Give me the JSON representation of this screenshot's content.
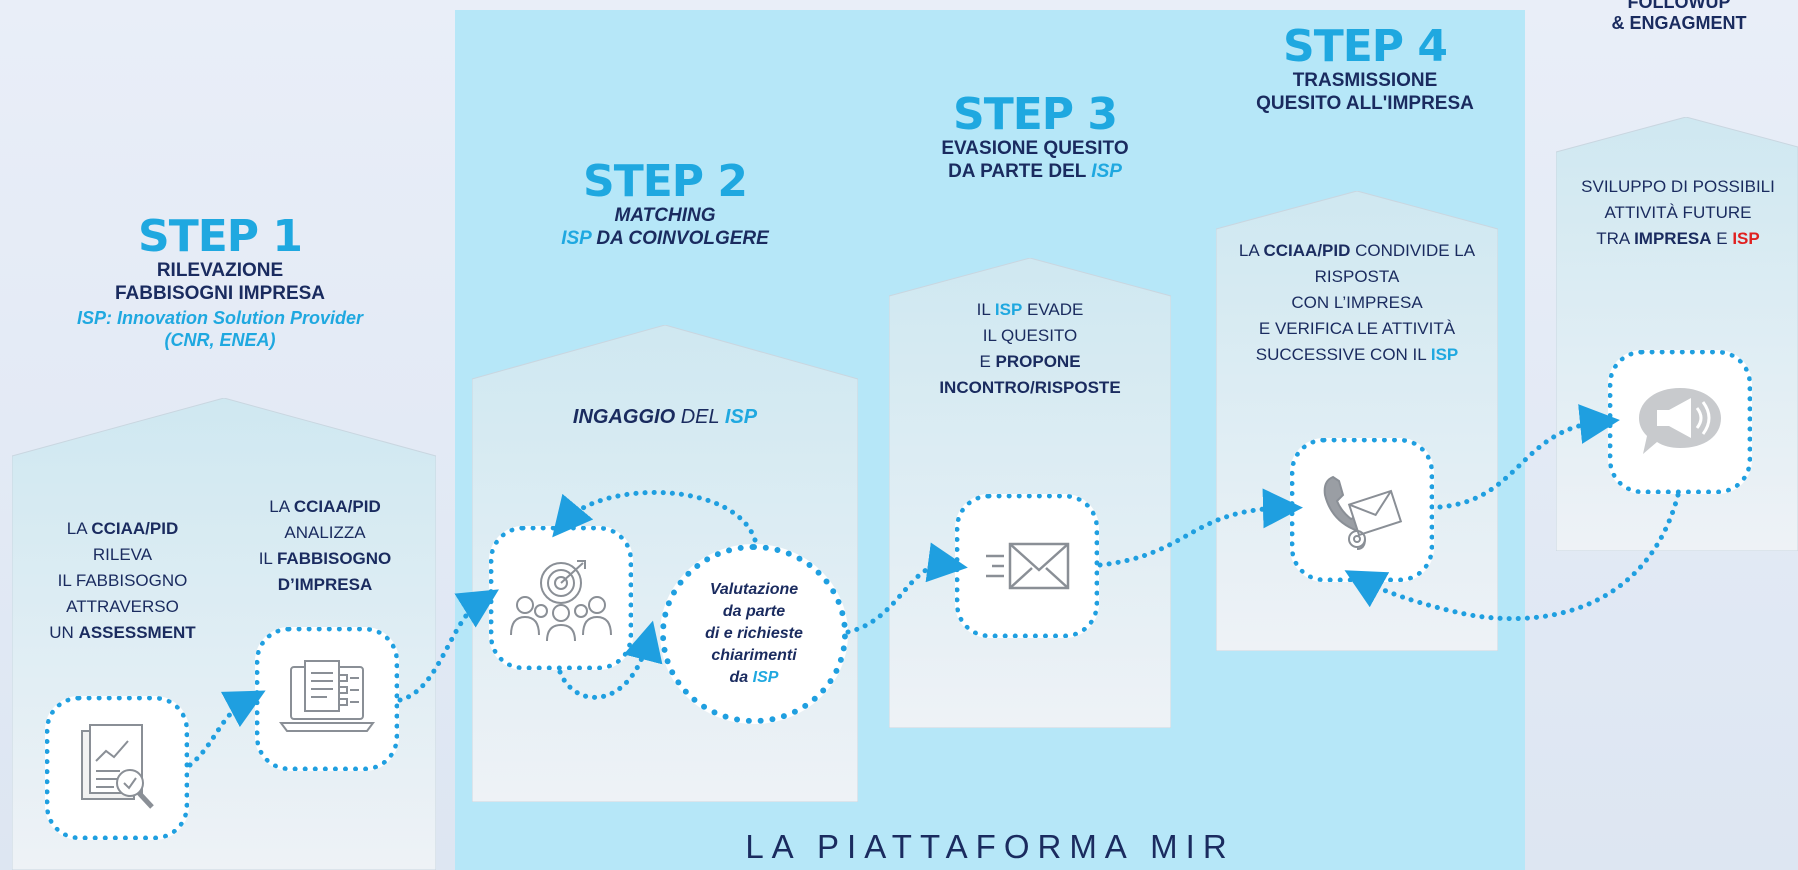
{
  "platform": {
    "label": "LA PIATTAFORMA MIR"
  },
  "steps": [
    {
      "title": "STEP 1",
      "sub1": "RILEVAZIONE",
      "sub2": "FABBISOGNI IMPRESA",
      "note1": "ISP: Innovation Solution Provider",
      "note2": "(CNR, ENEA)"
    },
    {
      "title": "STEP 2",
      "sub1": "MATCHING",
      "sub2_isp": "ISP",
      "sub2_rest": " DA COINVOLGERE"
    },
    {
      "title": "STEP 3",
      "sub1": "EVASIONE QUESITO",
      "sub2_pre": "DA PARTE DEL ",
      "sub2_isp": "ISP"
    },
    {
      "title": "STEP 4",
      "sub1": "TRASMISSIONE",
      "sub2": "QUESITO ALL'IMPRESA"
    },
    {
      "title_line1": "FOLLOWUP",
      "title_line2": "& ENGAGMENT"
    }
  ],
  "texts": {
    "step1_left": {
      "l1a": "LA ",
      "l1b": "CCIAA/PID",
      "l2": "RILEVA",
      "l3": "IL FABBISOGNO",
      "l4": "ATTRAVERSO",
      "l5a": "UN ",
      "l5b": "ASSESSMENT"
    },
    "step1_right": {
      "l1a": "LA ",
      "l1b": "CCIAA/PID",
      "l2": "ANALIZZA",
      "l3a": "IL ",
      "l3b": "FABBISOGNO",
      "l4": "D’IMPRESA"
    },
    "step2": {
      "a": "INGAGGIO",
      "b": " DEL ",
      "c": "ISP"
    },
    "step2_circle": {
      "l1": "Valutazione",
      "l2": "da parte",
      "l3": "di e richieste",
      "l4": "chiarimenti",
      "l5a": "da ",
      "l5b": "ISP"
    },
    "step3": {
      "l1a": "IL ",
      "l1b": "ISP",
      "l1c": " EVADE",
      "l2": "IL QUESITO",
      "l3a": "E ",
      "l3b": "PROPONE",
      "l4": "INCONTRO/RISPOSTE"
    },
    "step4": {
      "l1a": "LA ",
      "l1b": "CCIAA/PID",
      "l1c": " CONDIVIDE LA",
      "l2": "RISPOSTA",
      "l3": "CON L’IMPRESA",
      "l4": "E VERIFICA LE ATTIVITÀ",
      "l5a": "SUCCESSIVE CON IL ",
      "l5b": "ISP"
    },
    "step5": {
      "l1": "SVILUPPO DI POSSIBILI",
      "l2": "ATTIVITÀ FUTURE",
      "l3a": "TRA ",
      "l3b": "IMPRESA",
      "l3c": " E ",
      "l3d": "ISP"
    }
  },
  "icons": [
    "report-analysis-icon",
    "laptop-checklist-icon",
    "target-team-icon",
    "email-send-icon",
    "phone-email-icon",
    "megaphone-chat-icon"
  ],
  "colors": {
    "accent": "#1fa8e0",
    "navy": "#1a2b5f",
    "platform": "#b6e7f8",
    "red": "#e02020",
    "dots": "#1f9fe0"
  }
}
